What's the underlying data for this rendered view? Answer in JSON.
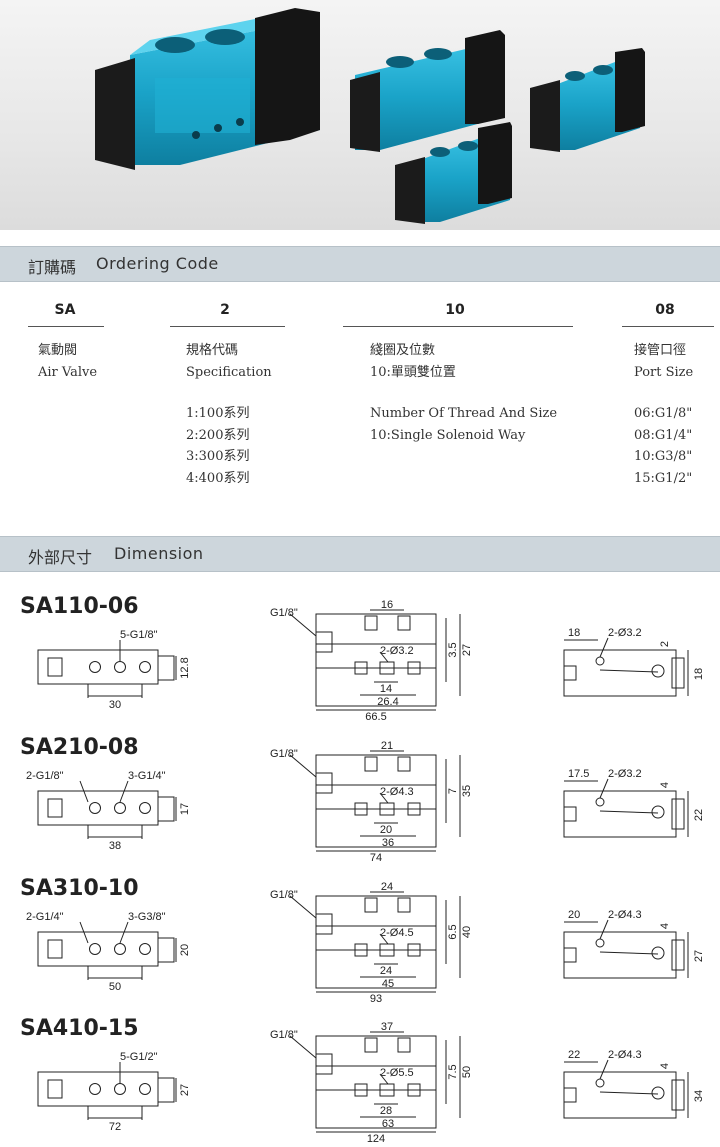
{
  "ordering": {
    "section_zh": "訂購碼",
    "section_en": "Ordering Code",
    "codes": [
      "SA",
      "2",
      "10",
      "08"
    ],
    "cols": [
      {
        "zh": "氣動閥",
        "en": "Air Valve",
        "items": []
      },
      {
        "zh": "規格代碼",
        "en": "Specification",
        "items": [
          "1:100系列",
          "2:200系列",
          "3:300系列",
          "4:400系列"
        ]
      },
      {
        "zh": "綫圈及位數",
        "en": "10:單頭雙位置",
        "items": [
          "Number Of Thread And Size",
          "10:Single Solenoid Way"
        ]
      },
      {
        "zh": "接管口徑",
        "en": "Port Size",
        "items": [
          "06:G1/8\"",
          "08:G1/4\"",
          "10:G3/8\"",
          "15:G1/2\""
        ]
      }
    ]
  },
  "dimension": {
    "section_zh": "外部尺寸",
    "section_en": "Dimension",
    "models": [
      {
        "name": "SA110-06",
        "ports": "5-G1/8\"",
        "port_left": "",
        "port_right": "",
        "a": "30",
        "h": "12.8",
        "front_port": "G1/8\"",
        "top": "16",
        "bolt": "2-Ø3.2",
        "v1": "3.5",
        "v2": "27",
        "d1": "14",
        "d2": "26.4",
        "d3": "66.5",
        "side_w": "18",
        "side_hole": "2-Ø3.2",
        "side_v": "2",
        "side_h": "18"
      },
      {
        "name": "SA210-08",
        "ports": "",
        "port_left": "2-G1/8\"",
        "port_right": "3-G1/4\"",
        "a": "38",
        "h": "17",
        "front_port": "G1/8\"",
        "top": "21",
        "bolt": "2-Ø4.3",
        "v1": "7",
        "v2": "35",
        "d1": "20",
        "d2": "36",
        "d3": "74",
        "side_w": "17.5",
        "side_hole": "2-Ø3.2",
        "side_v": "4",
        "side_h": "22"
      },
      {
        "name": "SA310-10",
        "ports": "",
        "port_left": "2-G1/4\"",
        "port_right": "3-G3/8\"",
        "a": "50",
        "h": "20",
        "front_port": "G1/8\"",
        "top": "24",
        "bolt": "2-Ø4.5",
        "v1": "6.5",
        "v2": "40",
        "d1": "24",
        "d2": "45",
        "d3": "93",
        "side_w": "20",
        "side_hole": "2-Ø4.3",
        "side_v": "4",
        "side_h": "27"
      },
      {
        "name": "SA410-15",
        "ports": "5-G1/2\"",
        "port_left": "",
        "port_right": "",
        "a": "72",
        "h": "27",
        "front_port": "G1/8\"",
        "top": "37",
        "bolt": "2-Ø5.5",
        "v1": "7.5",
        "v2": "50",
        "d1": "28",
        "d2": "63",
        "d3": "124",
        "side_w": "22",
        "side_hole": "2-Ø4.3",
        "side_v": "4",
        "side_h": "34"
      }
    ]
  },
  "colors": {
    "valve_blue": "#1aa3c8",
    "valve_black": "#1b1b1b",
    "bar_bg": "#cdd6dc"
  }
}
